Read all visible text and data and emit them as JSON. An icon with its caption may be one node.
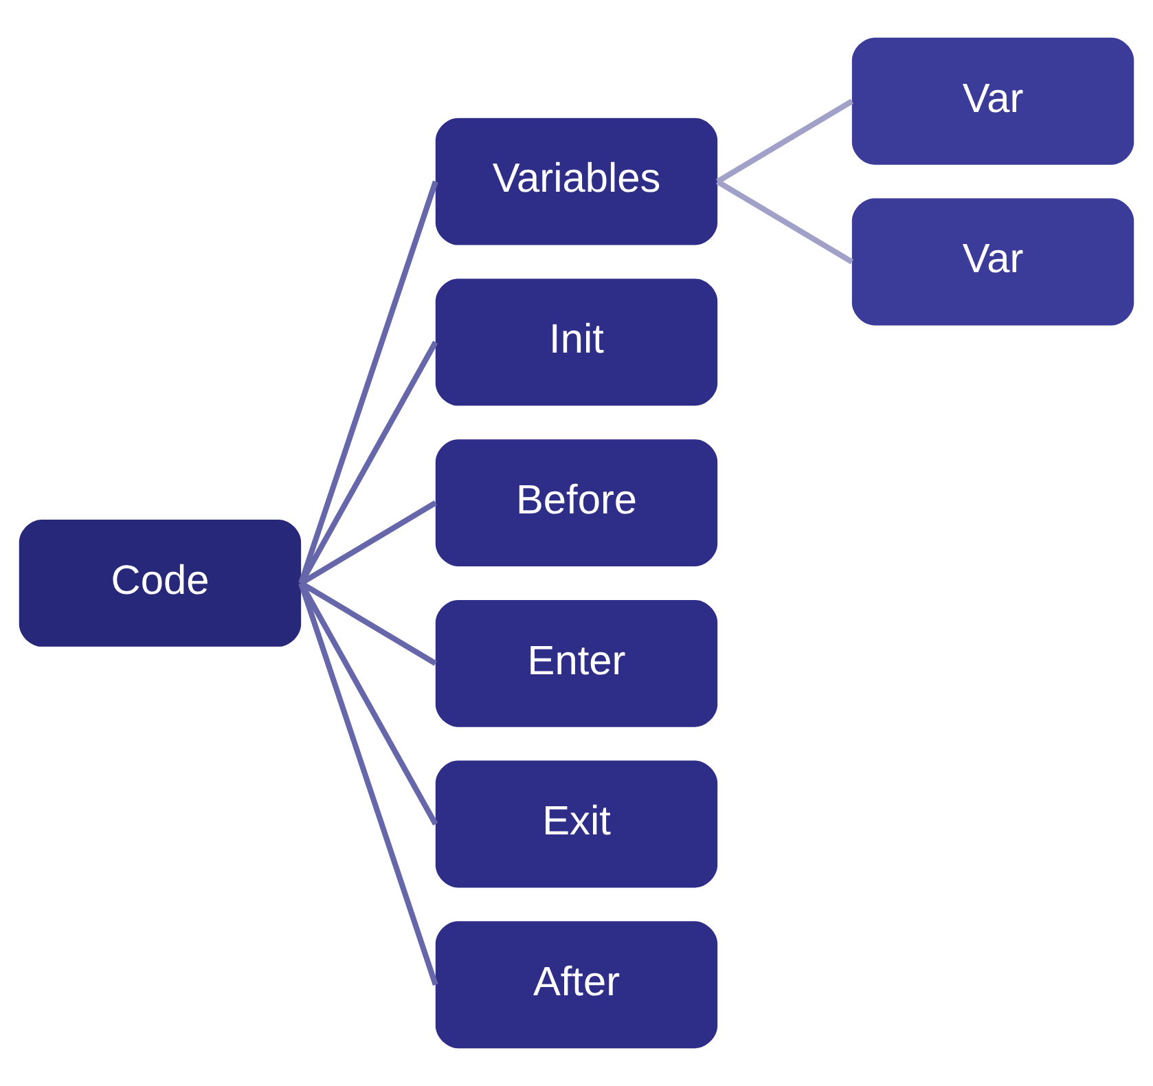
{
  "diagram": {
    "nodes": [
      {
        "text": [
          "Code"
        ]
      },
      {
        "text": [
          "Variables"
        ]
      },
      {
        "text": [
          "Init"
        ]
      },
      {
        "text": [
          "Before"
        ]
      },
      {
        "text": [
          "Enter"
        ]
      },
      {
        "text": [
          "Exit"
        ]
      },
      {
        "text": [
          "After"
        ]
      },
      {
        "text": [
          "Var"
        ]
      },
      {
        "text": [
          "Var"
        ]
      }
    ],
    "edges": [
      {
        "from": 0,
        "to": 1,
        "arrow": "none"
      },
      {
        "from": 0,
        "to": 2,
        "arrow": "none"
      },
      {
        "from": 0,
        "to": 3,
        "arrow": "none"
      },
      {
        "from": 0,
        "to": 4,
        "arrow": "none"
      },
      {
        "from": 0,
        "to": 5,
        "arrow": "none"
      },
      {
        "from": 0,
        "to": 6,
        "arrow": "none"
      },
      {
        "from": 1,
        "to": 7,
        "arrow": "none",
        "color": "#a0a0c8"
      },
      {
        "from": 1,
        "to": 8,
        "arrow": "none",
        "color": "#a0a0c8"
      }
    ]
  }
}
